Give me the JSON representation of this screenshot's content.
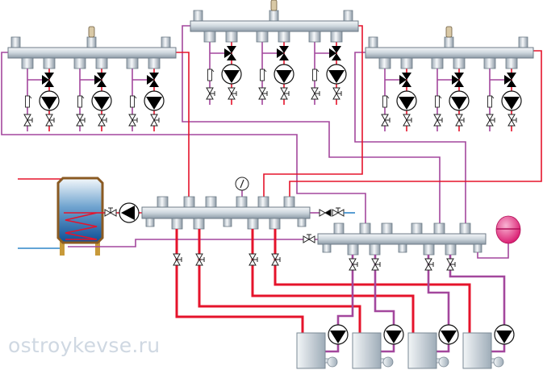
{
  "watermark": "ostroykevse.ru",
  "diagram": {
    "type": "heating system schematic",
    "colors": {
      "supply": "#e5132b",
      "return": "#a3479d",
      "cold_water": "#2f86c8",
      "expansion_tank": "#e0257a",
      "tank_frame": "#8a5a22"
    },
    "components": {
      "top_manifolds": 3,
      "circuits_per_top_manifold": 3,
      "boilers": 4,
      "boiler_pumps": 4,
      "main_supply_manifold": 1,
      "return_manifold": 1,
      "hot_water_tank": 1,
      "expansion_tank": 1,
      "pressure_gauge": 1
    }
  }
}
